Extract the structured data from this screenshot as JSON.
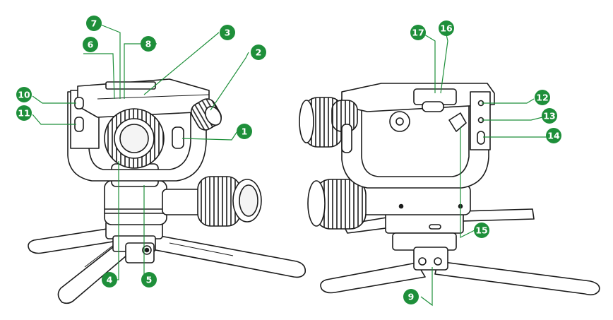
{
  "colors": {
    "accent": "#1e8f3a",
    "outline": "#1b1b1b",
    "body_fill": "#ffffff",
    "shade": "#d9d9d9"
  },
  "left_view": {
    "callouts": [
      "7",
      "6",
      "8",
      "3",
      "2",
      "10",
      "11",
      "1",
      "4",
      "5"
    ]
  },
  "right_view": {
    "callouts": [
      "17",
      "16",
      "12",
      "13",
      "14",
      "15",
      "9"
    ]
  }
}
